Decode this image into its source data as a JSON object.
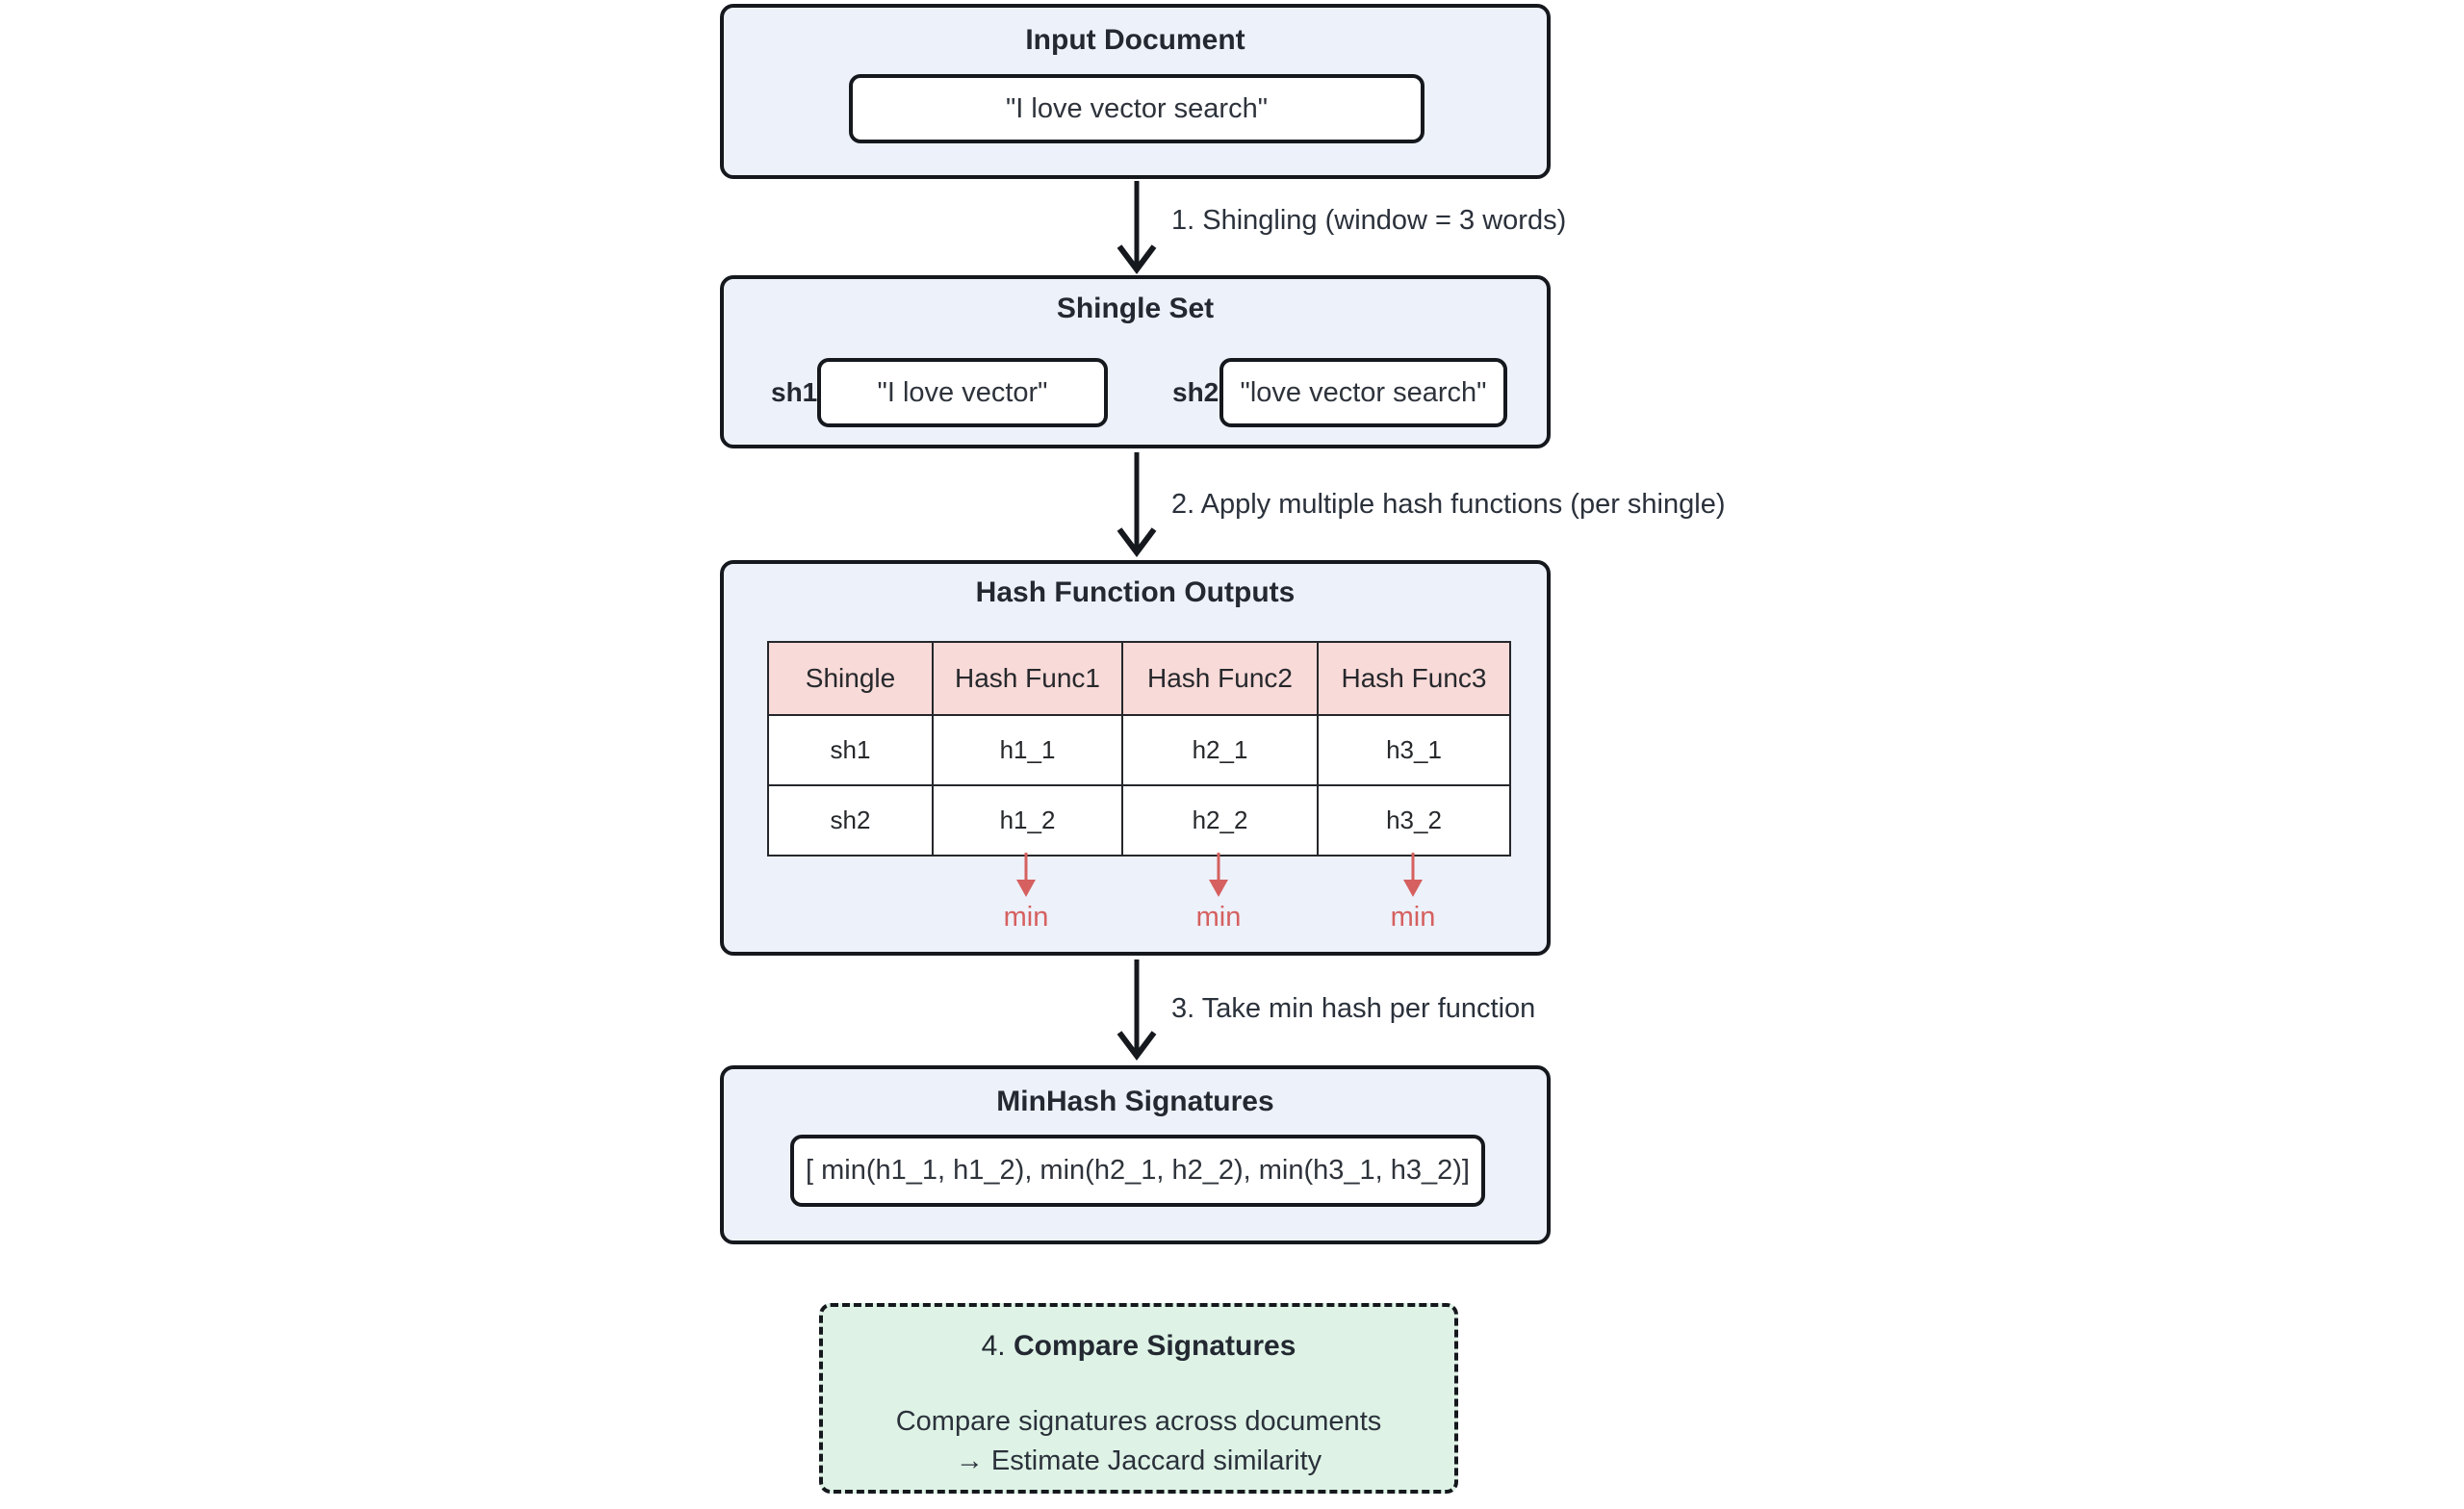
{
  "colors": {
    "panel_bg": "#EDF1FA",
    "panel_border": "#15181D",
    "table_header_bg": "#F8DAD8",
    "accent_red": "#D5605F",
    "compare_bg": "#DEF3E6",
    "text_dark": "#232831"
  },
  "nodes": {
    "input_document": {
      "title": "Input Document",
      "value": "\"I love vector search\""
    },
    "shingle_set": {
      "title": "Shingle Set",
      "items": [
        {
          "label": "sh1",
          "value": "\"I love vector\""
        },
        {
          "label": "sh2",
          "value": "\"love vector search\""
        }
      ]
    },
    "hash_outputs": {
      "title": "Hash Function Outputs",
      "table": {
        "headers": [
          "Shingle",
          "Hash Func1",
          "Hash Func2",
          "Hash Func3"
        ],
        "rows": [
          [
            "sh1",
            "h1_1",
            "h2_1",
            "h3_1"
          ],
          [
            "sh2",
            "h1_2",
            "h2_2",
            "h3_2"
          ]
        ]
      },
      "min_labels": [
        "min",
        "min",
        "min"
      ]
    },
    "minhash_signatures": {
      "title": "MinHash Signatures",
      "value": "[ min(h1_1, h1_2), min(h2_1, h2_2), min(h3_1, h3_2)]"
    },
    "compare": {
      "step_prefix": "4.",
      "title": "Compare Signatures",
      "line1": "Compare signatures across documents",
      "line2": "→ Estimate Jaccard similarity"
    }
  },
  "edges": {
    "step1": {
      "label": "1. Shingling (window = 3 words)"
    },
    "step2": {
      "label": "2. Apply multiple hash functions (per shingle)"
    },
    "step3": {
      "label": "3. Take min hash per function"
    }
  }
}
